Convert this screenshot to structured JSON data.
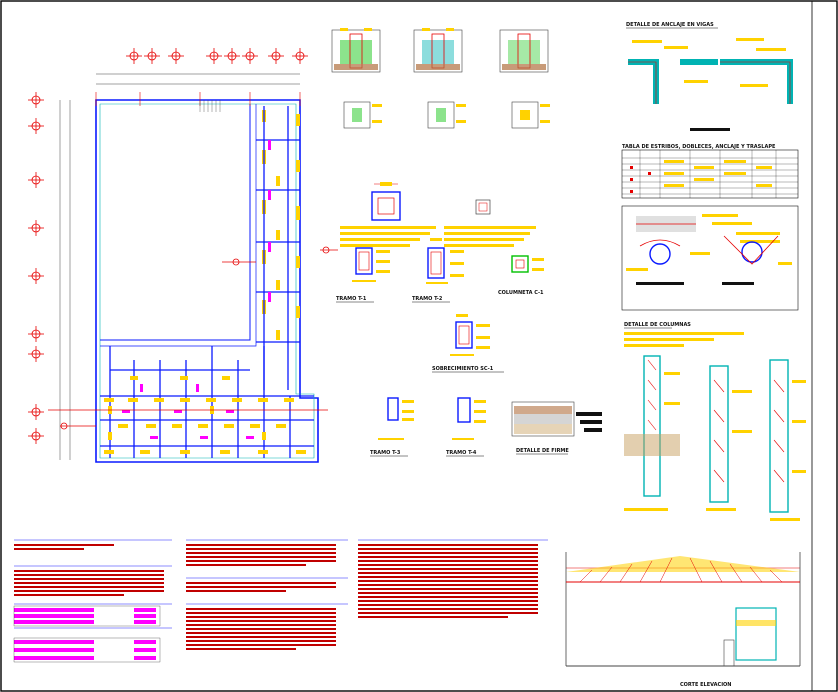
{
  "titles": {
    "tramo1": "TRAMO T-1",
    "tramo2": "TRAMO T-2",
    "columnetaC1": "COLUMNETA C-1",
    "sobrecimiento": "SOBRECIMIENTO SC-1",
    "tramo3": "TRAMO T-3",
    "tramo4": "TRAMO T-4",
    "detalleFirme": "DETALLE DE FIRME",
    "tablaEstribos": "TABLA DE ESTRIBOS, DOBLECES, ANCLAJE Y TRASLAPE",
    "detalleVigas": "DETALLE DE ANCLAJE EN VIGAS",
    "detalleColumnas": "DETALLE DE COLUMNAS",
    "corteElevacion": "CORTE ELEVACION"
  },
  "palette": {
    "wall": "#0a1aff",
    "column": "#ffd200",
    "grid": "#e60000",
    "dim": "#444444",
    "magenta": "#ff00ff",
    "cyan": "#00b3b3",
    "green": "#00c000"
  },
  "icons": [
    "grid-bubble-icon",
    "column-section-icon",
    "pile-cap-icon"
  ]
}
